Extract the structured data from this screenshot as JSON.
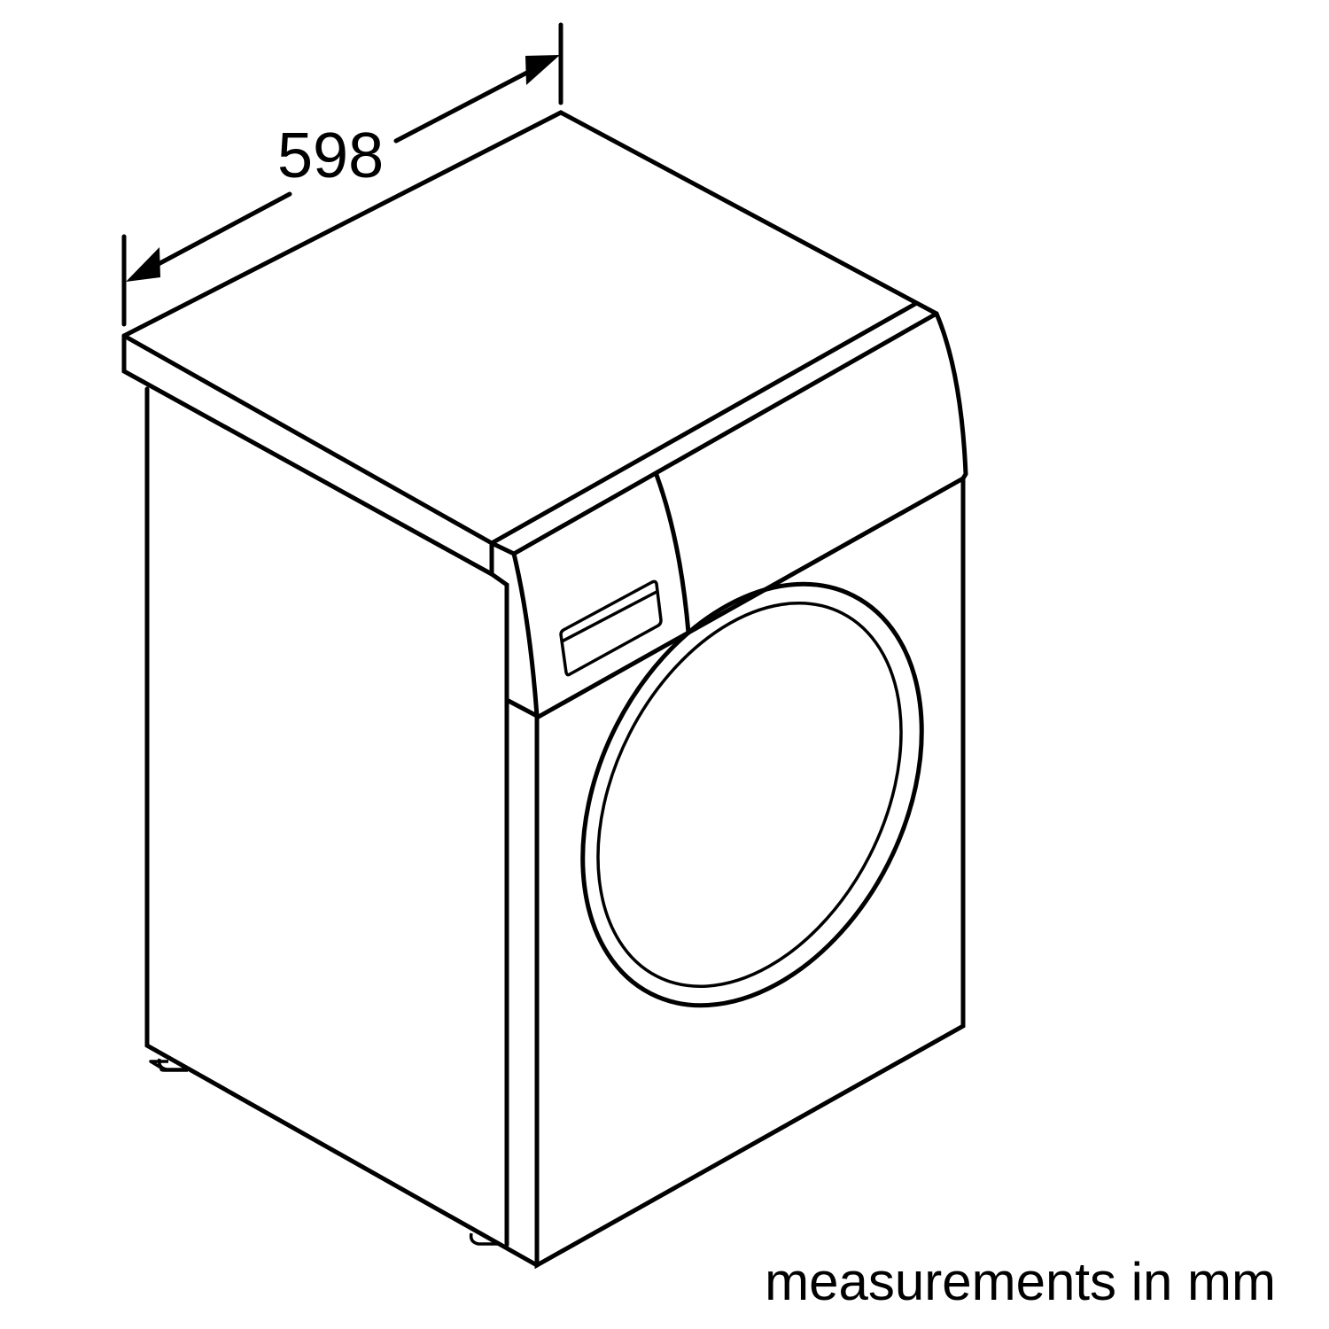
{
  "diagram": {
    "subject": "front-loading washing machine isometric line drawing",
    "dimension": {
      "value": "598",
      "measures": "width"
    },
    "caption": "measurements in mm",
    "colors": {
      "line": "#000000",
      "background": "#ffffff"
    }
  }
}
